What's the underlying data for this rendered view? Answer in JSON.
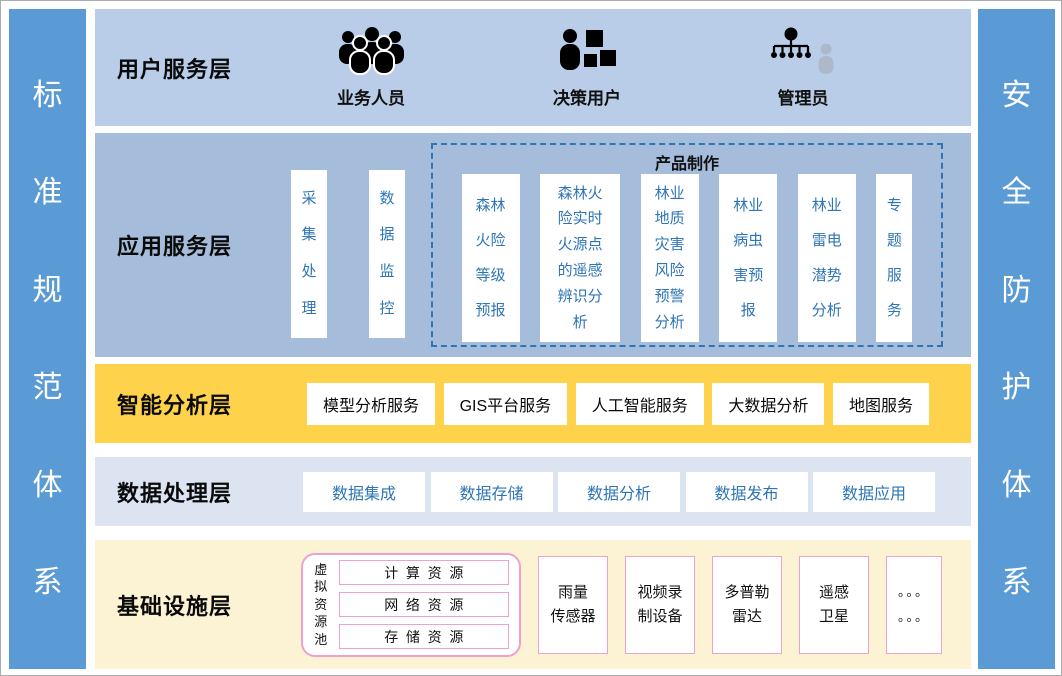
{
  "pillars": {
    "left": "标准规范体系",
    "right": "安全防护体系"
  },
  "user_layer": {
    "title": "用户服务层",
    "roles": [
      {
        "name": "业务人员",
        "icon": "business-staff-group-icon"
      },
      {
        "name": "决策用户",
        "icon": "decision-user-icon"
      },
      {
        "name": "管理员",
        "icon": "admin-org-chart-icon"
      }
    ]
  },
  "app_layer": {
    "title": "应用服务层",
    "services": [
      "采集处理",
      "数据监控"
    ],
    "product_group": {
      "title": "产品制作",
      "products": [
        "森林火险等级预报",
        "森林火险实时火源点的遥感辨识分析",
        "林业地质灾害风险预警分析",
        "林业病虫害预报",
        "林业雷电潜势分析",
        "专题服务"
      ]
    }
  },
  "analysis_layer": {
    "title": "智能分析层",
    "services": [
      "模型分析服务",
      "GIS平台服务",
      "人工智能服务",
      "大数据分析",
      "地图服务"
    ]
  },
  "data_layer": {
    "title": "数据处理层",
    "services": [
      "数据集成",
      "数据存储",
      "数据分析",
      "数据发布",
      "数据应用"
    ]
  },
  "infra_layer": {
    "title": "基础设施层",
    "virtual_pool": {
      "label": "虚拟资源池",
      "resources": [
        "计算资源",
        "网络资源",
        "存储资源"
      ]
    },
    "devices": [
      "雨量\n传感器",
      "视频录\n制设备",
      "多普勒\n雷达",
      "遥感\n卫星"
    ],
    "more": "。。。\n。。。"
  },
  "colors": {
    "pillar_blue": "#5B9BD5",
    "user_layer_bg": "#B9CDE8",
    "app_layer_bg": "#A6BCDB",
    "analysis_layer_bg": "#FFD24C",
    "data_layer_bg": "#DBE4F0",
    "infra_layer_bg": "#FCF2D4",
    "accent_blue": "#2E75B6",
    "pink_border": "#F0A0CC"
  }
}
